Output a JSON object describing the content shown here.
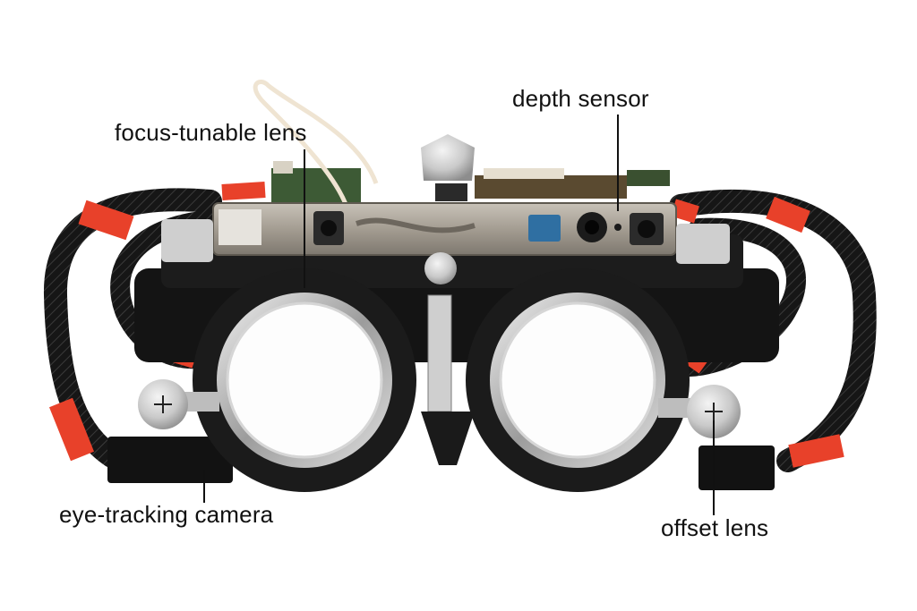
{
  "figure": {
    "labels": {
      "focus_tunable_lens": "focus-tunable lens",
      "depth_sensor": "depth sensor",
      "eye_tracking_camera": "eye-tracking camera",
      "offset_lens": "offset lens"
    }
  },
  "colors": {
    "background": "#ffffff",
    "frame": "#1a1a1a",
    "tape": "#e8412a",
    "metal": "#bdbdbd",
    "sensor_bar": "#a8a29a",
    "cable_white": "#efe4d2"
  }
}
